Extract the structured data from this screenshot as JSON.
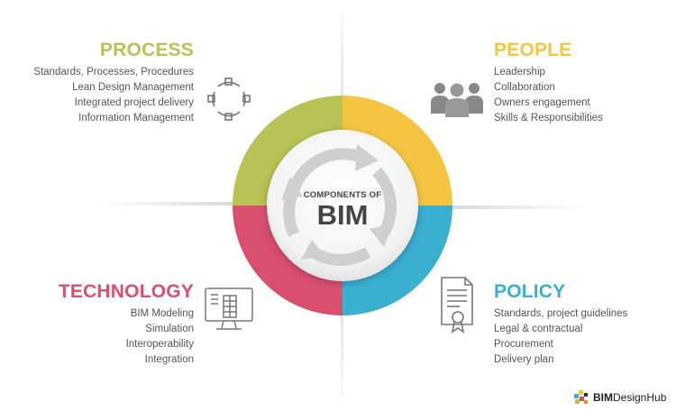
{
  "center": {
    "subtitle": "COMPONENTS OF",
    "title": "BIM"
  },
  "quadrants": {
    "process": {
      "title": "PROCESS",
      "color": "#b9c254",
      "items": [
        "Standards, Processes, Procedures",
        "Lean Design Management",
        "Integrated project delivery",
        "Information Management"
      ]
    },
    "people": {
      "title": "PEOPLE",
      "color": "#f5c542",
      "items": [
        "Leadership",
        "Collaboration",
        "Owners engagement",
        "Skills & Responsibilities"
      ]
    },
    "technology": {
      "title": "TECHNOLOGY",
      "color": "#d9506f",
      "items": [
        "BIM Modeling",
        "Simulation",
        "Interoperability",
        "Integration"
      ]
    },
    "policy": {
      "title": "POLICY",
      "color": "#3aafd0",
      "items": [
        "Standards, project guidelines",
        "Legal & contractual",
        "Procurement",
        "Delivery plan"
      ]
    }
  },
  "logo": {
    "brand_bim": "BIM",
    "brand_rest": "DesignHub"
  },
  "icons": {
    "process": "cycle-icon",
    "people": "people-group-icon",
    "technology": "computer-building-icon",
    "policy": "certificate-document-icon",
    "center": "circular-arrows-icon",
    "logo": "cubes-logo-icon"
  }
}
